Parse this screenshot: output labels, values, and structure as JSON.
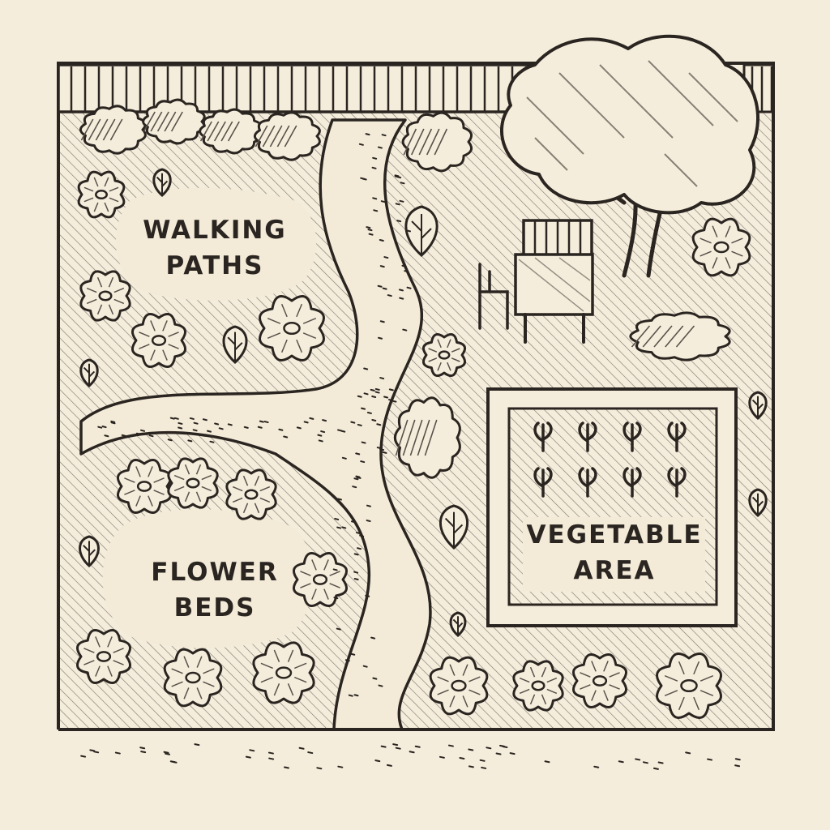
{
  "labels": {
    "walking_paths": [
      "WALKING",
      "PATHS"
    ],
    "flower_beds": [
      "FLOWER",
      "BEDS"
    ],
    "vegetable_area": [
      "VEGETABLE",
      "AREA"
    ]
  },
  "colors": {
    "paper": "#f5eddc",
    "ink": "#2a2520",
    "lawn_hatch": "#5a524a",
    "clearing": "#f3ead8"
  },
  "icons": [
    "fence",
    "tree",
    "shrub",
    "flower",
    "bench",
    "chair",
    "table",
    "seedling"
  ],
  "vegetable_area": {
    "rows": 2,
    "plants_per_row": 4
  }
}
